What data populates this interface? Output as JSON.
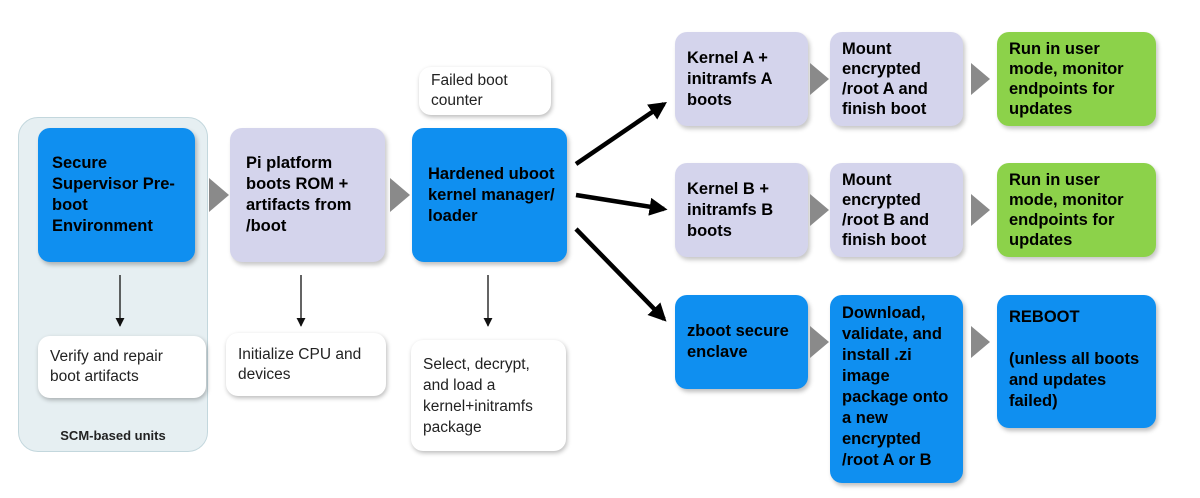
{
  "panel": {
    "label": "SCM-based units"
  },
  "boxes": {
    "secure_supervisor": "Secure Supervisor Pre-boot Environment",
    "pi_platform": "Pi platform boots ROM + artifacts from /boot",
    "hardened_uboot": "Hardened uboot kernel manager/ loader",
    "failed_boot_counter": "Failed boot counter",
    "verify_repair": "Verify and repair boot artifacts",
    "initialize_cpu": "Initialize CPU and devices",
    "select_decrypt": "Select, decrypt, and load a kernel+initramfs package",
    "kernel_a": "Kernel A + initramfs A boots",
    "mount_a": "Mount encrypted /root A and finish boot",
    "run_a": "Run in user mode, monitor endpoints for updates",
    "kernel_b": "Kernel B + initramfs B boots",
    "mount_b": "Mount encrypted /root B and finish boot",
    "run_b": "Run in user mode, monitor endpoints for updates",
    "zboot": "zboot secure enclave",
    "download": "Download, validate, and install .zi image package onto a new encrypted /root A or B",
    "reboot_title": "REBOOT",
    "reboot_note": "(unless all boots and updates failed)"
  },
  "colors": {
    "blue": "#0f8ff0",
    "lavender": "#d4d4ec",
    "green": "#8cd24a",
    "panel": "#e6eff2",
    "chevron": "#8a8a8a"
  }
}
